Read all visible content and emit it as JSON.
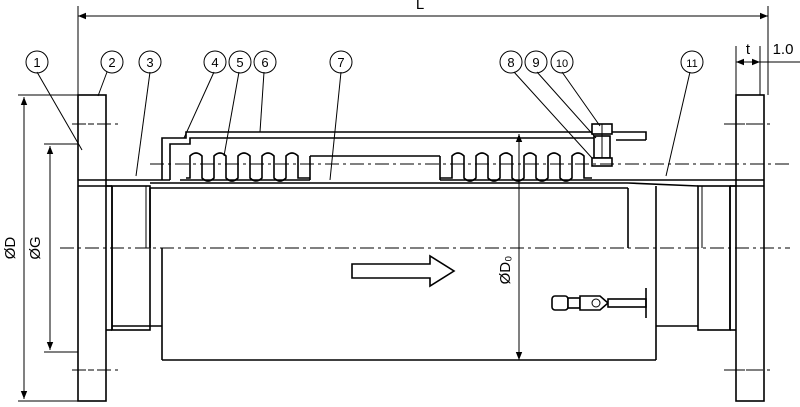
{
  "dimensions": {
    "length": "L",
    "thickness": "t",
    "gap": "1.0",
    "flange_diameter": "ØD",
    "gasket_diameter": "ØG",
    "bellows_diameter": "ØD₀"
  },
  "balloons": [
    "1",
    "2",
    "3",
    "4",
    "5",
    "6",
    "7",
    "8",
    "9",
    "10",
    "11"
  ],
  "flow_icon": "flow-arrow-icon"
}
